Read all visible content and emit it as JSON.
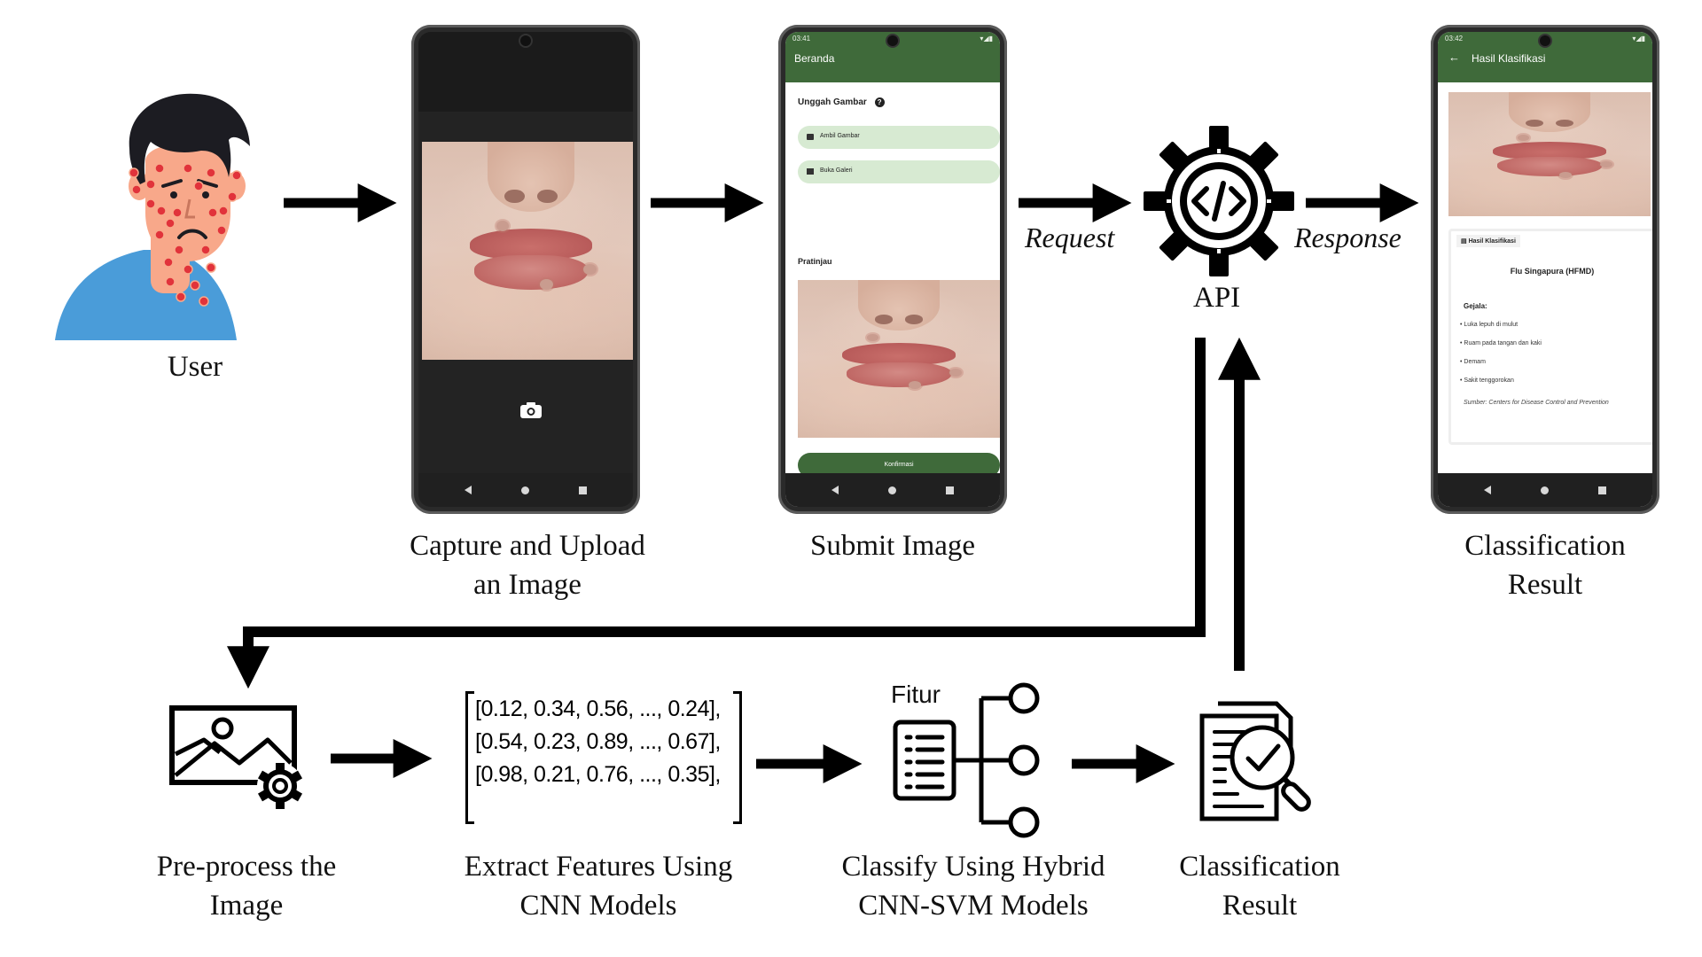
{
  "captions": {
    "user": "User",
    "capture_line1": "Capture and Upload",
    "capture_line2": "an Image",
    "submit": "Submit Image",
    "result_line1": "Classification",
    "result_line2": "Result",
    "preprocess_line1": "Pre-process the",
    "preprocess_line2": "Image",
    "extract_line1": "Extract Features Using",
    "extract_line2": "CNN Models",
    "classify_line1": "Classify Using Hybrid",
    "classify_line2": "CNN-SVM Models",
    "classres_line1": "Classification",
    "classres_line2": "Result"
  },
  "labels": {
    "request": "Request",
    "response": "Response",
    "api": "API",
    "fitur": "Fitur"
  },
  "feature_matrix": [
    "[0.12, 0.34, 0.56, ..., 0.24],",
    "[0.54, 0.23, 0.89, ..., 0.67],",
    "[0.98, 0.21, 0.76, ..., 0.35],"
  ],
  "phone_submit": {
    "time": "03:41",
    "title": "Beranda",
    "upload_heading": "Unggah Gambar",
    "take_photo": "Ambil Gambar",
    "open_gallery": "Buka Galeri",
    "preview_heading": "Pratinjau",
    "confirm": "Konfirmasi"
  },
  "phone_result": {
    "time": "03:42",
    "title": "Hasil Klasifikasi",
    "card_tab": "Hasil Klasifikasi",
    "disease": "Flu Singapura (HFMD)",
    "symptoms_heading": "Gejala:",
    "symptoms": [
      "Luka lepuh di mulut",
      "Ruam pada tangan dan kaki",
      "Demam",
      "Sakit tenggorokan"
    ],
    "source": "Sumber: Centers for Disease Control and Prevention"
  },
  "colors": {
    "app_green": "#3f6a3a",
    "button_light_green": "#d7ead2",
    "user_shirt": "#4a9cd9",
    "user_skin": "#f8a88a",
    "rash_red": "#e1333b"
  }
}
